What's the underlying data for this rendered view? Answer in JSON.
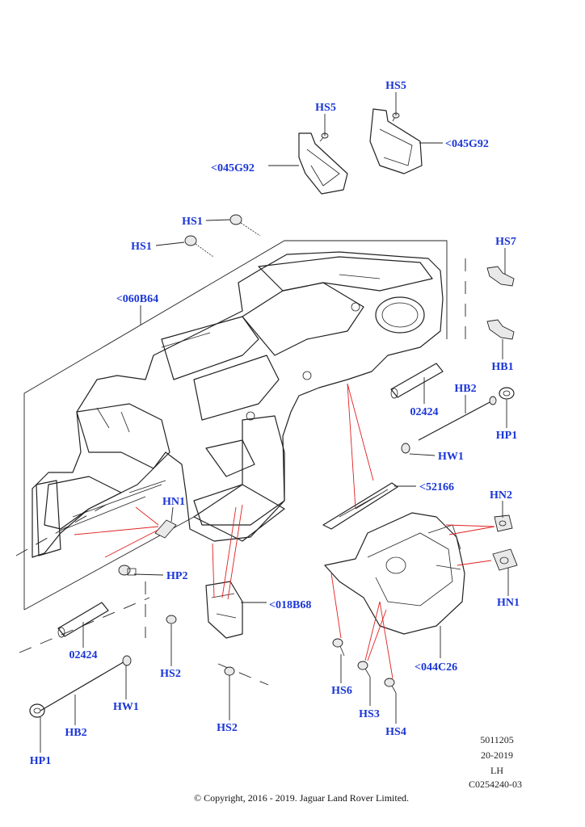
{
  "callouts": {
    "hs5": "HS5",
    "hs5_left": "HS5",
    "bracket_right": "<045G92",
    "bracket_left": "<045G92",
    "hs1_top": "HS1",
    "hs1_left": "HS1",
    "hs7": "HS7",
    "cross_member": "<060B64",
    "hb1": "HB1",
    "hb2_right": "HB2",
    "sleeve_right": "02424",
    "hp1_right": "HP1",
    "hw1_right": "HW1",
    "harness_bracket": "<52166",
    "hn2": "HN2",
    "hn1_left": "HN1",
    "hp2": "HP2",
    "hn1_right": "HN1",
    "support_bracket": "<018B68",
    "sleeve_left": "02424",
    "hs2_left": "HS2",
    "hs6": "HS6",
    "heater_bracket": "<044C26",
    "hw1_left": "HW1",
    "hs3": "HS3",
    "hs2_bottom": "HS2",
    "hb2_left": "HB2",
    "hs4": "HS4",
    "hp1_left": "HP1"
  },
  "meta": {
    "code": "5011205",
    "date": "20-2019",
    "side": "LH",
    "ref": "C0254240-03"
  },
  "copyright": "© Copyright, 2016 - 2019. Jaguar Land Rover Limited."
}
